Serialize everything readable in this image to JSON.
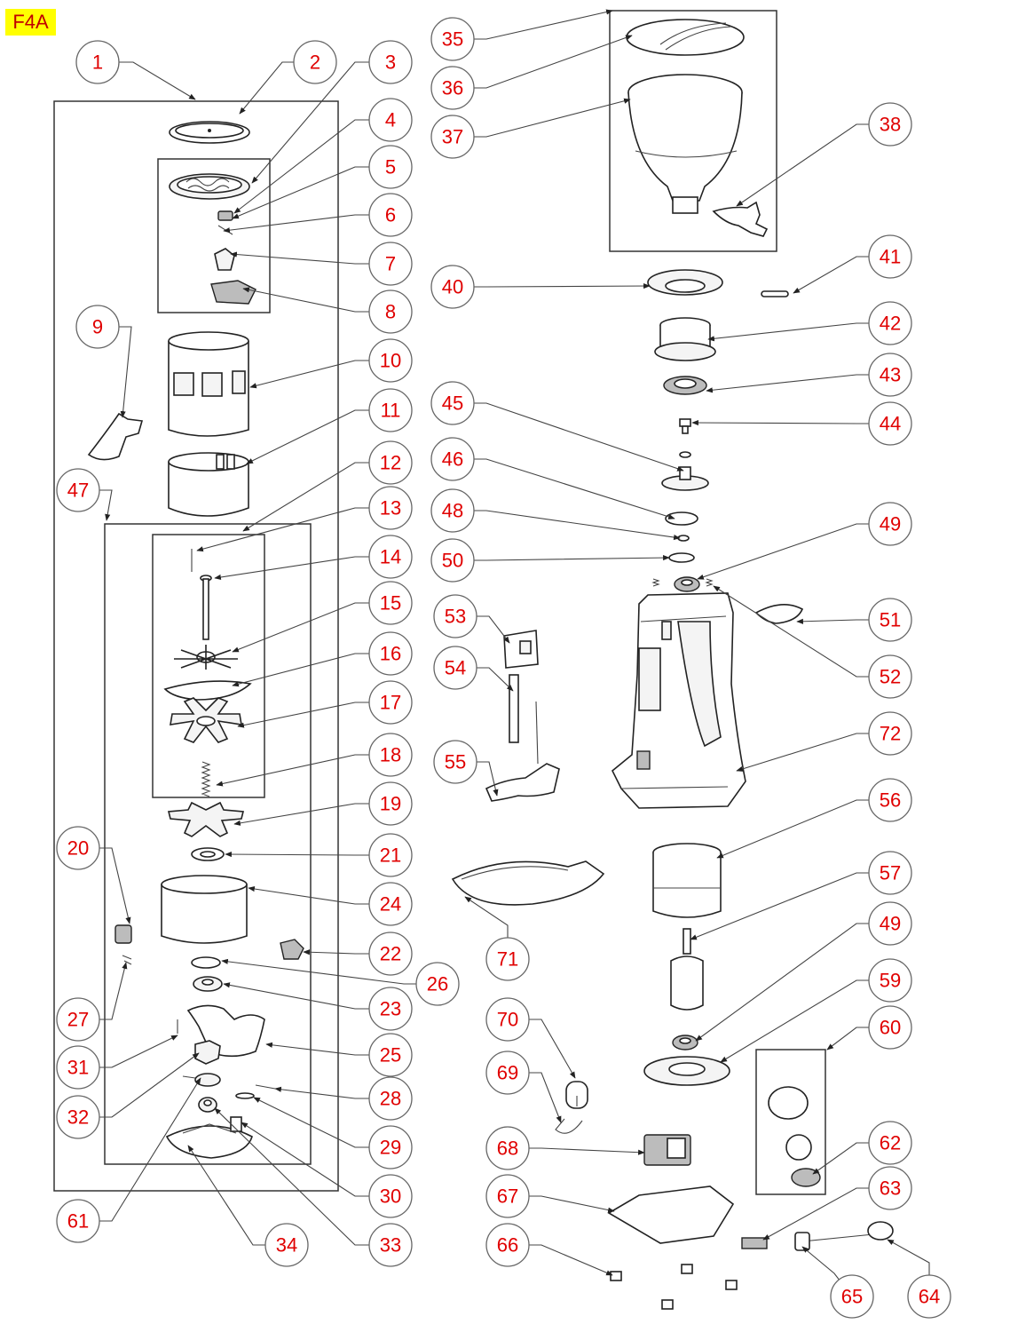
{
  "diagram_tag": "F4A",
  "callouts": [
    "1",
    "2",
    "3",
    "4",
    "5",
    "6",
    "7",
    "8",
    "9",
    "10",
    "11",
    "12",
    "13",
    "14",
    "15",
    "16",
    "17",
    "18",
    "19",
    "20",
    "21",
    "22",
    "23",
    "24",
    "25",
    "26",
    "27",
    "28",
    "29",
    "30",
    "31",
    "32",
    "33",
    "34",
    "35",
    "36",
    "37",
    "38",
    "40",
    "41",
    "42",
    "43",
    "44",
    "45",
    "46",
    "47",
    "48",
    "49",
    "50",
    "51",
    "52",
    "53",
    "54",
    "55",
    "56",
    "57",
    "49",
    "59",
    "60",
    "61",
    "62",
    "63",
    "64",
    "65",
    "66",
    "67",
    "68",
    "69",
    "70",
    "71",
    "72"
  ]
}
